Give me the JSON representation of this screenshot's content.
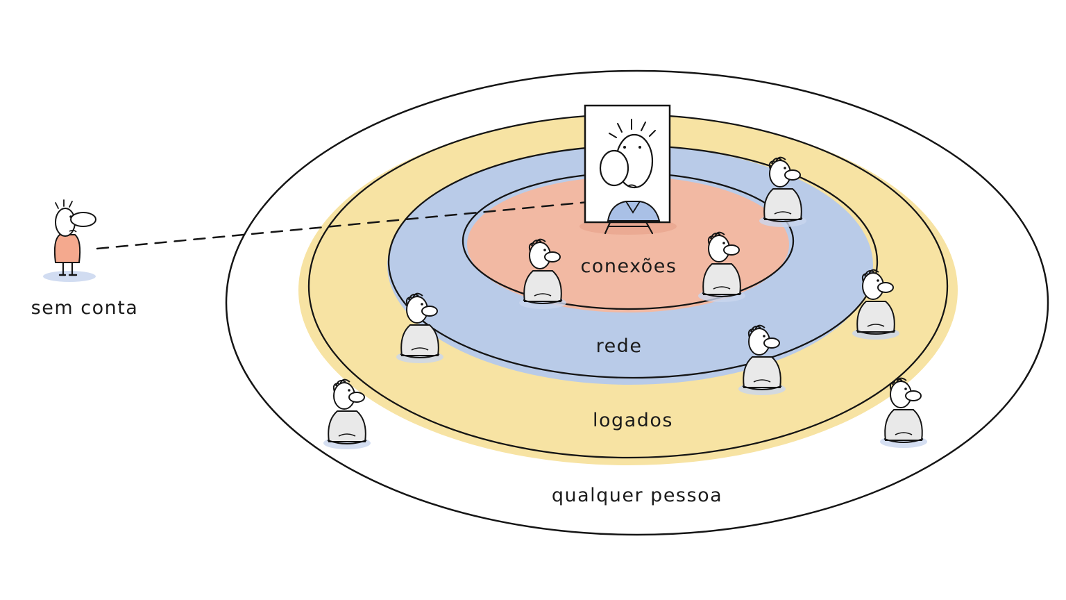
{
  "rings": [
    {
      "id": "anyone",
      "label": "qualquer pessoa",
      "color": "#ffffff"
    },
    {
      "id": "logged",
      "label": "logados",
      "color": "#f7e3a3"
    },
    {
      "id": "network",
      "label": "rede",
      "color": "#b9cbe8"
    },
    {
      "id": "connections",
      "label": "conexões",
      "color": "#f2b9a3"
    }
  ],
  "outsider": {
    "label": "sem conta",
    "shirt_color": "#f4a98e"
  },
  "portrait": {
    "shirt_color": "#a9c0e6"
  },
  "ink_color": "#151515"
}
